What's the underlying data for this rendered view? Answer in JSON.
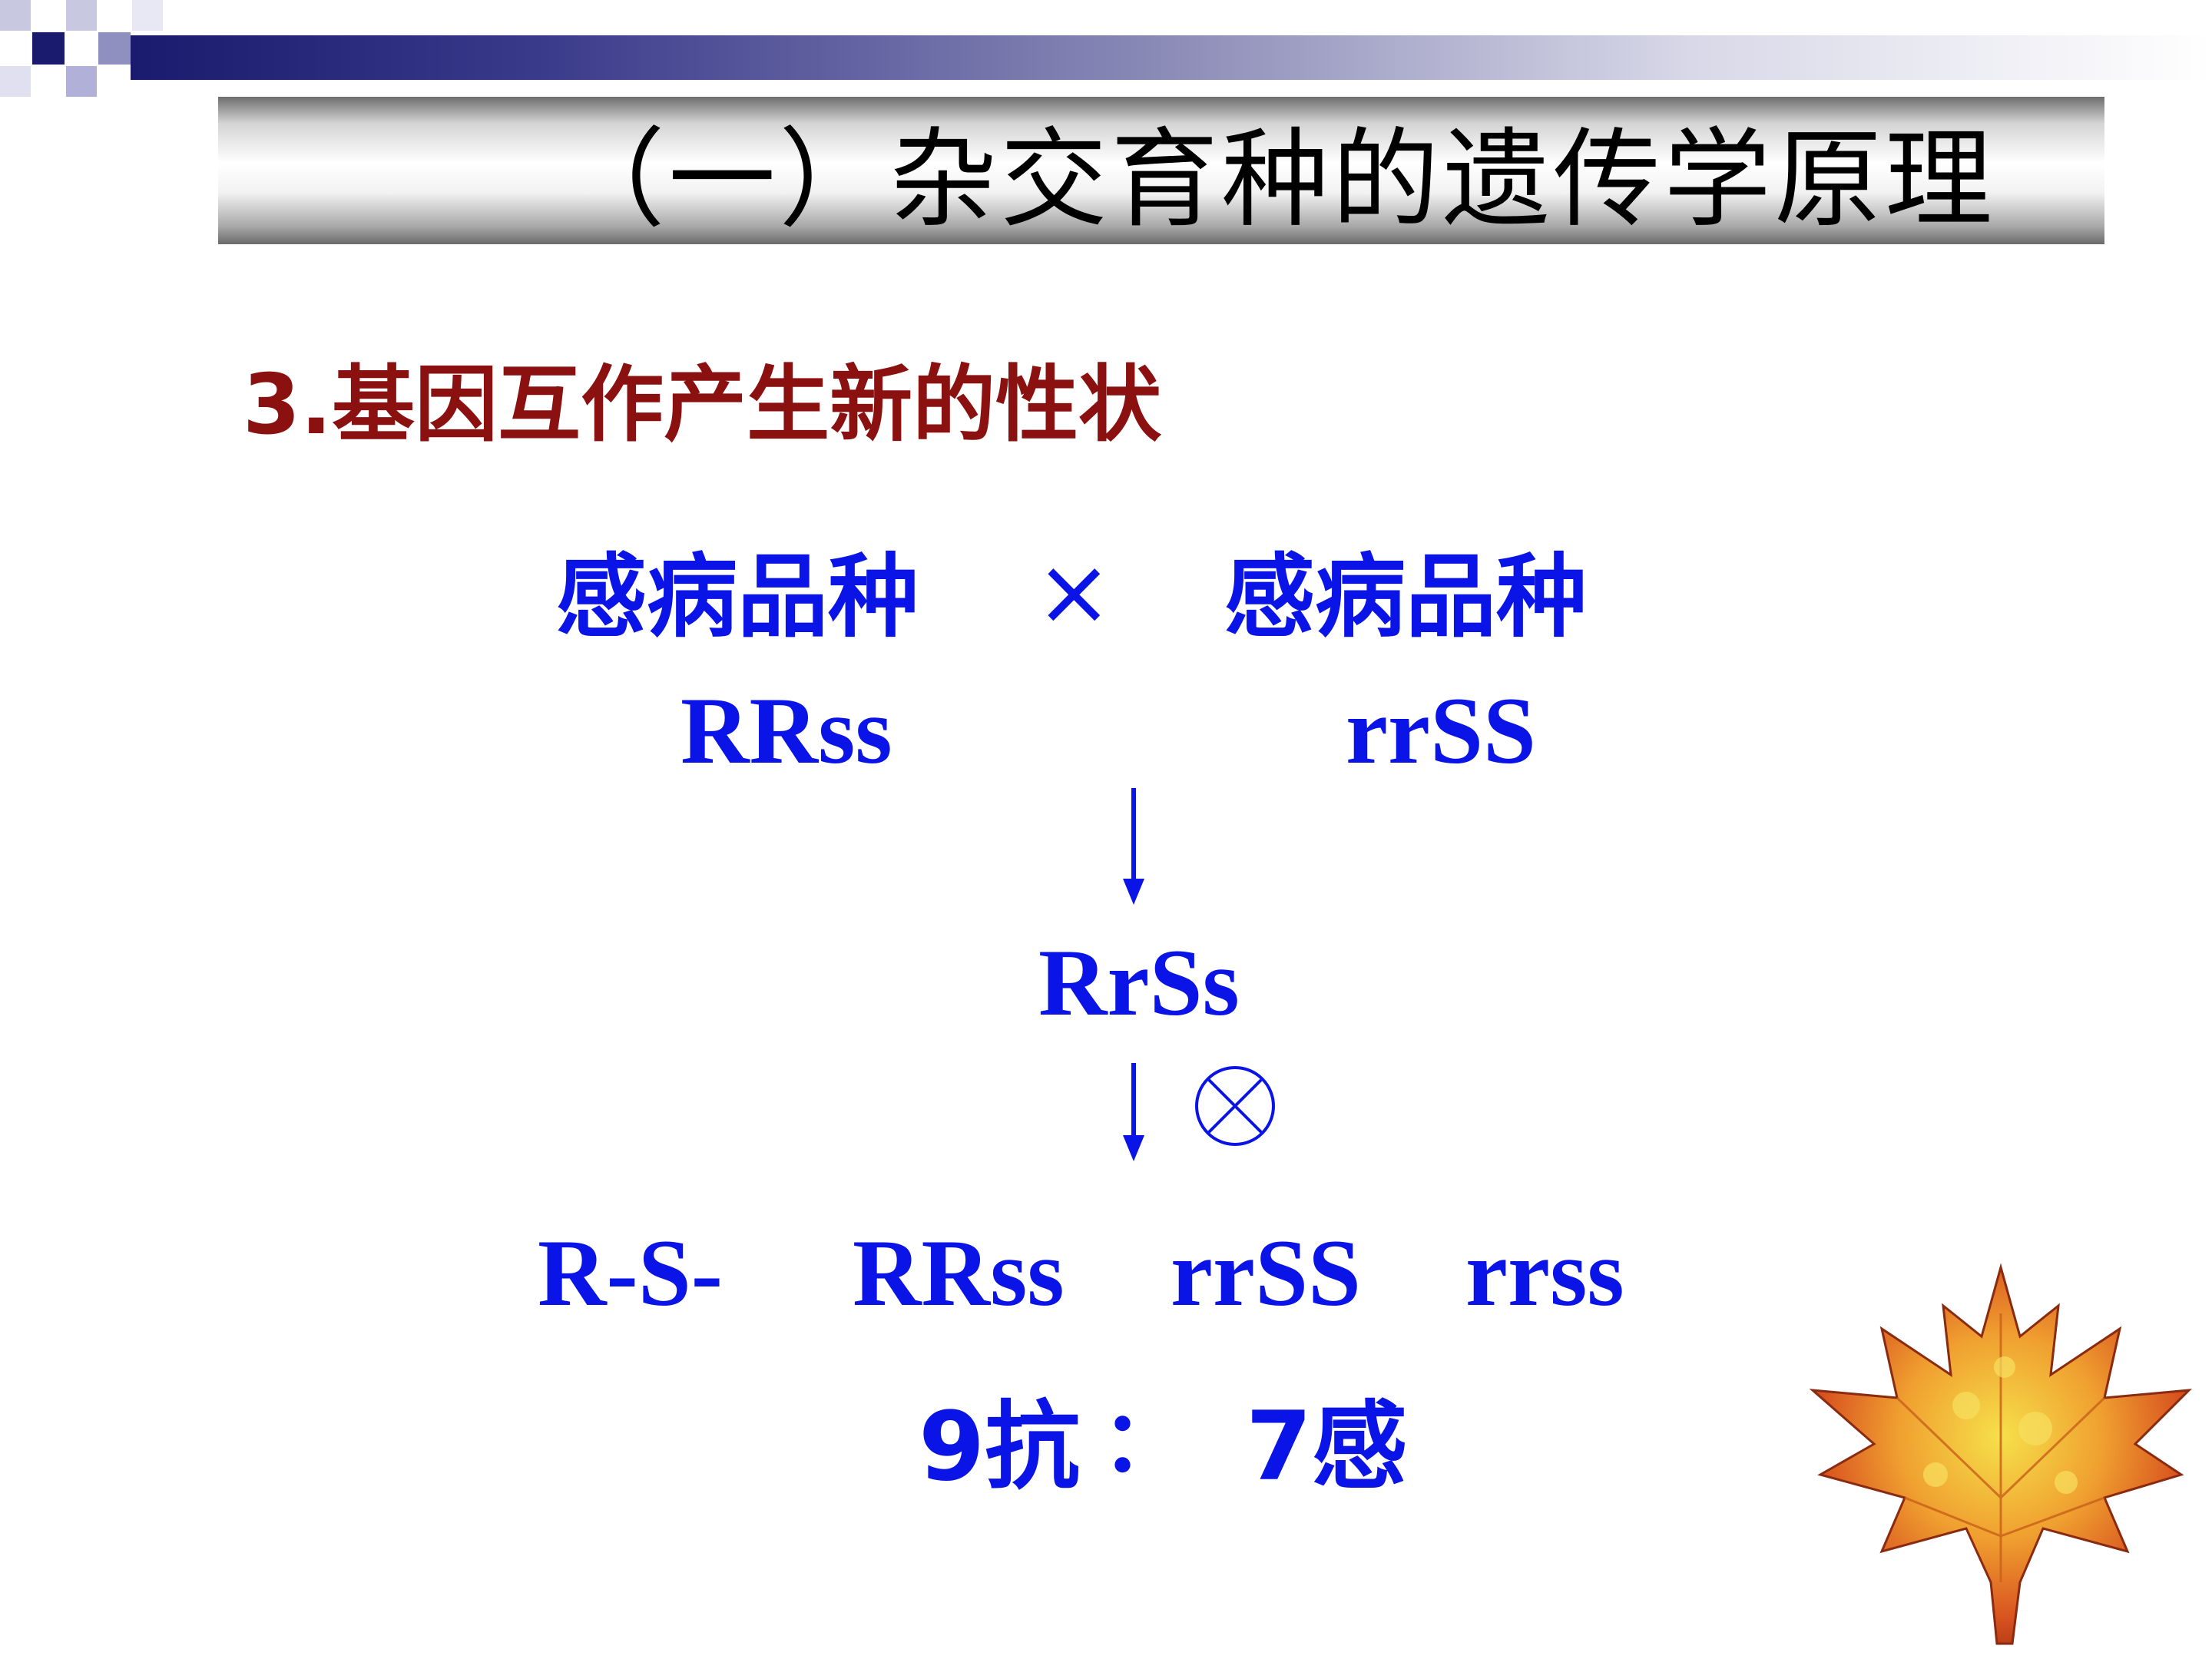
{
  "slide": {
    "title": "（一）杂交育种的遗传学原理",
    "subheading": "3.基因互作产生新的性状"
  },
  "cross": {
    "parent_left_phenotype": "感病品种",
    "cross_symbol": "×",
    "parent_right_phenotype": "感病品种",
    "parent_left_genotype": "RRss",
    "parent_right_genotype": "rrSS",
    "f1_genotype": "RrSs",
    "selfing_symbol": "self-cross-icon",
    "f2_genotypes": [
      "R-S-",
      "RRss",
      "rrSS",
      "rrss"
    ],
    "ratio_resistant": "9抗",
    "ratio_separator": "：",
    "ratio_susceptible": "7感"
  },
  "colors": {
    "text_blue": "#0a14e6",
    "subheading_red": "#8b1010",
    "banner_navy": "#1a1a6e"
  }
}
